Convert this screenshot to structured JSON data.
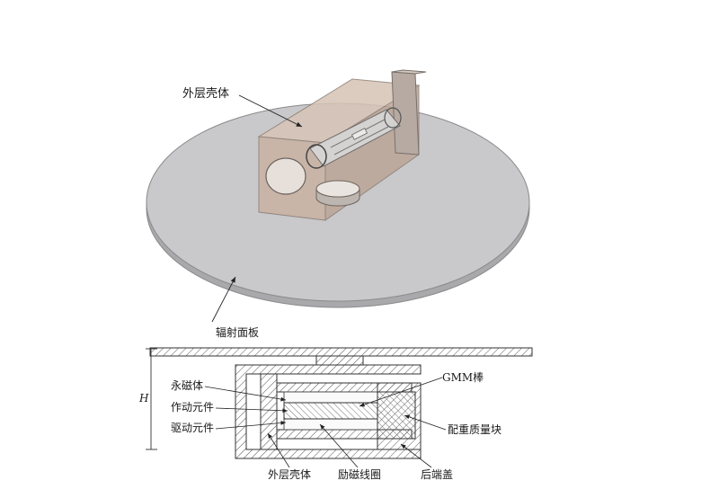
{
  "figure": {
    "top_view": {
      "housing_label": "外层壳体",
      "panel_label": "辐射面板"
    },
    "section_view": {
      "gmm_rod_label": "GMM棒",
      "magnet_label": "永磁体",
      "actuator_label": "作动元件",
      "drive_label": "驱动元件",
      "counterweight_label": "配重质量块",
      "housing_label": "外层壳体",
      "coil_label": "励磁线圈",
      "end_cap_label": "后端盖",
      "height_label": "H"
    }
  },
  "colors": {
    "disc_fill": "#c9c9cb",
    "disc_edge": "#8a8a8c",
    "housing_tint": "#c8b2a3",
    "hatch": "#555555",
    "text": "#1a1a1a"
  }
}
